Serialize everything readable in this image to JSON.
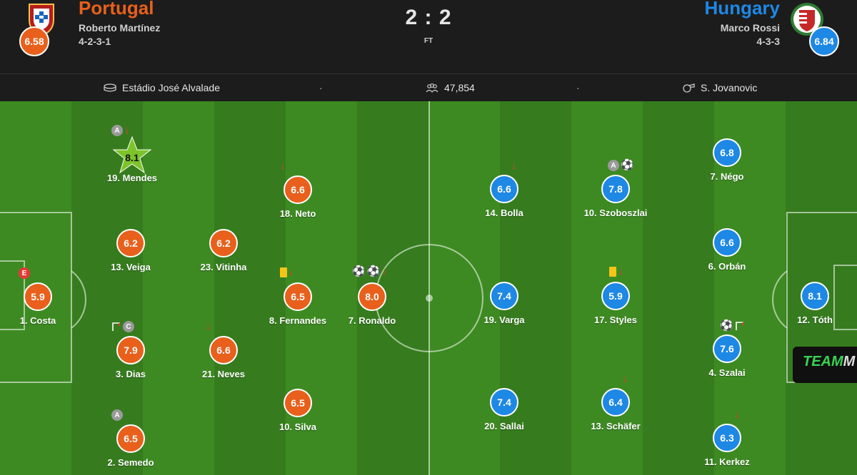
{
  "header": {
    "home": {
      "name": "Portugal",
      "coach": "Roberto Martínez",
      "formation": "4-2-3-1",
      "rating": "6.58",
      "crest_icon": "portugal-crest"
    },
    "away": {
      "name": "Hungary",
      "coach": "Marco Rossi",
      "formation": "4-3-3",
      "rating": "6.84",
      "crest_icon": "hungary-crest"
    },
    "score": "2 : 2",
    "status": "FT"
  },
  "info": {
    "venue": "Estádio José Alvalade",
    "attendance": "47,854",
    "referee": "S. Jovanovic",
    "separator": "·"
  },
  "colors": {
    "home": "#e8601c",
    "away": "#1e88e5",
    "star": "#7cc42a",
    "pitch_light": "#3d8a22",
    "pitch_dark": "#367c1e"
  },
  "players": {
    "mendes": {
      "name": "19. Mendes",
      "rating": "8.1",
      "badge": "A",
      "events": [
        "sub-out-arrow"
      ],
      "star": true
    },
    "neto": {
      "name": "18. Neto",
      "rating": "6.6",
      "events": [
        "sub-out-arrow"
      ]
    },
    "veiga": {
      "name": "13. Veiga",
      "rating": "6.2"
    },
    "vitinha": {
      "name": "23. Vitinha",
      "rating": "6.2"
    },
    "costa": {
      "name": "1. Costa",
      "rating": "5.9",
      "badge": "E"
    },
    "fernandes": {
      "name": "8. Fernandes",
      "rating": "6.5",
      "events": [
        "yellow-card",
        "sub-out-arrow"
      ]
    },
    "ronaldo": {
      "name": "7. Ronaldo",
      "rating": "8.0",
      "events": [
        "goal",
        "goal",
        "sub-out-arrow"
      ]
    },
    "dias": {
      "name": "3. Dias",
      "rating": "7.9",
      "badge": "C",
      "events": [
        "corner-flag"
      ]
    },
    "neves": {
      "name": "21. Neves",
      "rating": "6.6",
      "events": [
        "sub-out-arrow"
      ]
    },
    "silva": {
      "name": "10. Silva",
      "rating": "6.5"
    },
    "semedo": {
      "name": "2. Semedo",
      "rating": "6.5",
      "badge": "A"
    },
    "bolla": {
      "name": "14. Bolla",
      "rating": "6.6",
      "events": [
        "sub-out-arrow"
      ]
    },
    "szoboszlai": {
      "name": "10. Szoboszlai",
      "rating": "7.8",
      "badge": "A",
      "events": [
        "goal"
      ]
    },
    "nego": {
      "name": "7. Négo",
      "rating": "6.8"
    },
    "orban": {
      "name": "6. Orbán",
      "rating": "6.6"
    },
    "varga": {
      "name": "19. Varga",
      "rating": "7.4"
    },
    "styles": {
      "name": "17. Styles",
      "rating": "5.9",
      "events": [
        "yellow-card",
        "sub-out-arrow"
      ]
    },
    "toth": {
      "name": "12. Tóth",
      "rating": "8.1"
    },
    "szalai": {
      "name": "4. Szalai",
      "rating": "7.6",
      "events": [
        "goal",
        "corner-flag"
      ]
    },
    "sallai": {
      "name": "20. Sallai",
      "rating": "7.4"
    },
    "schafer": {
      "name": "13. Schäfer",
      "rating": "6.4",
      "events": [
        "sub-out-arrow"
      ]
    },
    "kerkez": {
      "name": "11. Kerkez",
      "rating": "6.3",
      "events": [
        "sub-out-arrow"
      ]
    }
  },
  "brand": {
    "part1": "TEAM",
    "part2": "M"
  }
}
